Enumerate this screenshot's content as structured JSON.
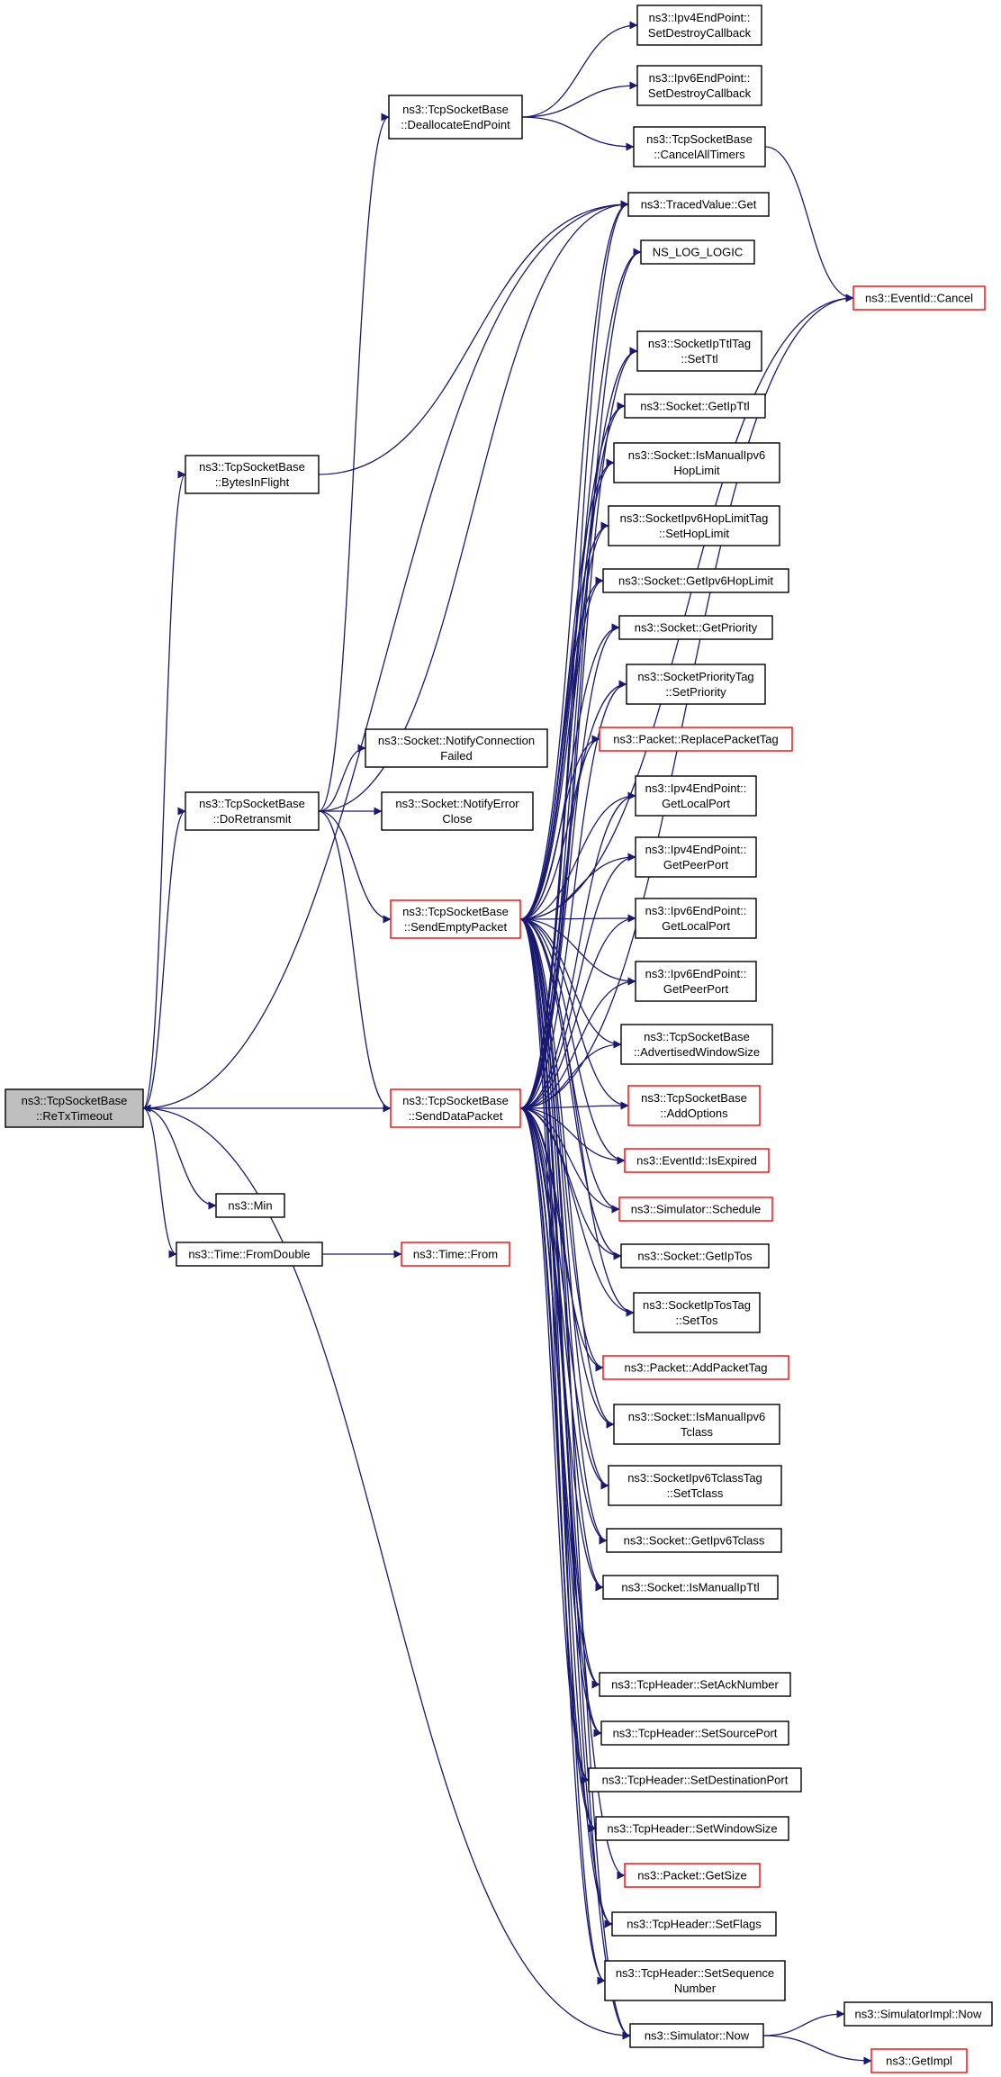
{
  "graph": {
    "edge_color": "#191970",
    "node_border": "#000000",
    "highlight_border": "#ff0000",
    "root_fill": "#bfbfbf",
    "nodes": [
      {
        "id": "retx",
        "lines": [
          "ns3::TcpSocketBase",
          "::ReTxTimeout"
        ],
        "style": "root"
      },
      {
        "id": "bytesinflight",
        "lines": [
          "ns3::TcpSocketBase",
          "::BytesInFlight"
        ],
        "style": "normal"
      },
      {
        "id": "doretransmit",
        "lines": [
          "ns3::TcpSocketBase",
          "::DoRetransmit"
        ],
        "style": "normal"
      },
      {
        "id": "min",
        "lines": [
          "ns3::Min"
        ],
        "style": "normal"
      },
      {
        "id": "fromdouble",
        "lines": [
          "ns3::Time::FromDouble"
        ],
        "style": "normal"
      },
      {
        "id": "timefrom",
        "lines": [
          "ns3::Time::From"
        ],
        "style": "red"
      },
      {
        "id": "deallocate",
        "lines": [
          "ns3::TcpSocketBase",
          "::DeallocateEndPoint"
        ],
        "style": "normal"
      },
      {
        "id": "notifyconnfailed",
        "lines": [
          "ns3::Socket::NotifyConnection",
          "Failed"
        ],
        "style": "normal"
      },
      {
        "id": "notifyerrorclose",
        "lines": [
          "ns3::Socket::NotifyError",
          "Close"
        ],
        "style": "normal"
      },
      {
        "id": "sendempty",
        "lines": [
          "ns3::TcpSocketBase",
          "::SendEmptyPacket"
        ],
        "style": "red"
      },
      {
        "id": "senddata",
        "lines": [
          "ns3::TcpSocketBase",
          "::SendDataPacket"
        ],
        "style": "red"
      },
      {
        "id": "ipv4destroy",
        "lines": [
          "ns3::Ipv4EndPoint::",
          "SetDestroyCallback"
        ],
        "style": "normal"
      },
      {
        "id": "ipv6destroy",
        "lines": [
          "ns3::Ipv6EndPoint::",
          "SetDestroyCallback"
        ],
        "style": "normal"
      },
      {
        "id": "cancelalltimers",
        "lines": [
          "ns3::TcpSocketBase",
          "::CancelAllTimers"
        ],
        "style": "normal"
      },
      {
        "id": "tracedget",
        "lines": [
          "ns3::TracedValue::Get"
        ],
        "style": "normal"
      },
      {
        "id": "nslog",
        "lines": [
          "NS_LOG_LOGIC"
        ],
        "style": "normal"
      },
      {
        "id": "eventcancel",
        "lines": [
          "ns3::EventId::Cancel"
        ],
        "style": "red"
      },
      {
        "id": "ipttlsetttl",
        "lines": [
          "ns3::SocketIpTtlTag",
          "::SetTtl"
        ],
        "style": "normal"
      },
      {
        "id": "getipttl",
        "lines": [
          "ns3::Socket::GetIpTtl"
        ],
        "style": "normal"
      },
      {
        "id": "ismanualipv6hop",
        "lines": [
          "ns3::Socket::IsManualIpv6",
          "HopLimit"
        ],
        "style": "normal"
      },
      {
        "id": "sethoplimit",
        "lines": [
          "ns3::SocketIpv6HopLimitTag",
          "::SetHopLimit"
        ],
        "style": "normal"
      },
      {
        "id": "getipv6hop",
        "lines": [
          "ns3::Socket::GetIpv6HopLimit"
        ],
        "style": "normal"
      },
      {
        "id": "getpriority",
        "lines": [
          "ns3::Socket::GetPriority"
        ],
        "style": "normal"
      },
      {
        "id": "setpriority",
        "lines": [
          "ns3::SocketPriorityTag",
          "::SetPriority"
        ],
        "style": "normal"
      },
      {
        "id": "replacetag",
        "lines": [
          "ns3::Packet::ReplacePacketTag"
        ],
        "style": "red"
      },
      {
        "id": "ipv4local",
        "lines": [
          "ns3::Ipv4EndPoint::",
          "GetLocalPort"
        ],
        "style": "normal"
      },
      {
        "id": "ipv4peer",
        "lines": [
          "ns3::Ipv4EndPoint::",
          "GetPeerPort"
        ],
        "style": "normal"
      },
      {
        "id": "ipv6local",
        "lines": [
          "ns3::Ipv6EndPoint::",
          "GetLocalPort"
        ],
        "style": "normal"
      },
      {
        "id": "ipv6peer",
        "lines": [
          "ns3::Ipv6EndPoint::",
          "GetPeerPort"
        ],
        "style": "normal"
      },
      {
        "id": "advwindow",
        "lines": [
          "ns3::TcpSocketBase",
          "::AdvertisedWindowSize"
        ],
        "style": "normal"
      },
      {
        "id": "addoptions",
        "lines": [
          "ns3::TcpSocketBase",
          "::AddOptions"
        ],
        "style": "red"
      },
      {
        "id": "isexpired",
        "lines": [
          "ns3::EventId::IsExpired"
        ],
        "style": "red"
      },
      {
        "id": "schedule",
        "lines": [
          "ns3::Simulator::Schedule"
        ],
        "style": "red"
      },
      {
        "id": "getiptos",
        "lines": [
          "ns3::Socket::GetIpTos"
        ],
        "style": "normal"
      },
      {
        "id": "settos",
        "lines": [
          "ns3::SocketIpTosTag",
          "::SetTos"
        ],
        "style": "normal"
      },
      {
        "id": "addtag",
        "lines": [
          "ns3::Packet::AddPacketTag"
        ],
        "style": "red"
      },
      {
        "id": "ismanualtclass",
        "lines": [
          "ns3::Socket::IsManualIpv6",
          "Tclass"
        ],
        "style": "normal"
      },
      {
        "id": "settclass",
        "lines": [
          "ns3::SocketIpv6TclassTag",
          "::SetTclass"
        ],
        "style": "normal"
      },
      {
        "id": "gettclass",
        "lines": [
          "ns3::Socket::GetIpv6Tclass"
        ],
        "style": "normal"
      },
      {
        "id": "ismanualipttl",
        "lines": [
          "ns3::Socket::IsManualIpTtl"
        ],
        "style": "normal"
      },
      {
        "id": "setack",
        "lines": [
          "ns3::TcpHeader::SetAckNumber"
        ],
        "style": "normal"
      },
      {
        "id": "setsrcport",
        "lines": [
          "ns3::TcpHeader::SetSourcePort"
        ],
        "style": "normal"
      },
      {
        "id": "setdstport",
        "lines": [
          "ns3::TcpHeader::SetDestinationPort"
        ],
        "style": "normal"
      },
      {
        "id": "setwindow",
        "lines": [
          "ns3::TcpHeader::SetWindowSize"
        ],
        "style": "normal"
      },
      {
        "id": "getsize",
        "lines": [
          "ns3::Packet::GetSize"
        ],
        "style": "red"
      },
      {
        "id": "setflags",
        "lines": [
          "ns3::TcpHeader::SetFlags"
        ],
        "style": "normal"
      },
      {
        "id": "setseq",
        "lines": [
          "ns3::TcpHeader::SetSequence",
          "Number"
        ],
        "style": "normal"
      },
      {
        "id": "simnow",
        "lines": [
          "ns3::Simulator::Now"
        ],
        "style": "normal"
      },
      {
        "id": "implnow",
        "lines": [
          "ns3::SimulatorImpl::Now"
        ],
        "style": "normal"
      },
      {
        "id": "getimpl",
        "lines": [
          "ns3::GetImpl"
        ],
        "style": "red"
      }
    ],
    "edges": [
      [
        "retx",
        "bytesinflight"
      ],
      [
        "retx",
        "doretransmit"
      ],
      [
        "retx",
        "min"
      ],
      [
        "retx",
        "fromdouble"
      ],
      [
        "retx",
        "tracedget"
      ],
      [
        "retx",
        "simnow"
      ],
      [
        "senddata",
        "retx"
      ],
      [
        "fromdouble",
        "timefrom"
      ],
      [
        "bytesinflight",
        "tracedget"
      ],
      [
        "doretransmit",
        "deallocate"
      ],
      [
        "doretransmit",
        "notifyconnfailed"
      ],
      [
        "doretransmit",
        "notifyerrorclose"
      ],
      [
        "doretransmit",
        "sendempty"
      ],
      [
        "doretransmit",
        "senddata"
      ],
      [
        "doretransmit",
        "tracedget"
      ],
      [
        "deallocate",
        "ipv4destroy"
      ],
      [
        "deallocate",
        "ipv6destroy"
      ],
      [
        "deallocate",
        "cancelalltimers"
      ],
      [
        "cancelalltimers",
        "eventcancel"
      ],
      [
        "sendempty",
        "tracedget"
      ],
      [
        "sendempty",
        "nslog"
      ],
      [
        "sendempty",
        "ipttlsetttl"
      ],
      [
        "sendempty",
        "getipttl"
      ],
      [
        "sendempty",
        "ismanualipv6hop"
      ],
      [
        "sendempty",
        "sethoplimit"
      ],
      [
        "sendempty",
        "getipv6hop"
      ],
      [
        "sendempty",
        "getpriority"
      ],
      [
        "sendempty",
        "setpriority"
      ],
      [
        "sendempty",
        "replacetag"
      ],
      [
        "sendempty",
        "ipv4local"
      ],
      [
        "sendempty",
        "ipv4peer"
      ],
      [
        "sendempty",
        "ipv6local"
      ],
      [
        "sendempty",
        "ipv6peer"
      ],
      [
        "sendempty",
        "advwindow"
      ],
      [
        "sendempty",
        "addoptions"
      ],
      [
        "sendempty",
        "isexpired"
      ],
      [
        "sendempty",
        "schedule"
      ],
      [
        "sendempty",
        "getiptos"
      ],
      [
        "sendempty",
        "settos"
      ],
      [
        "sendempty",
        "addtag"
      ],
      [
        "sendempty",
        "ismanualtclass"
      ],
      [
        "sendempty",
        "settclass"
      ],
      [
        "sendempty",
        "gettclass"
      ],
      [
        "sendempty",
        "ismanualipttl"
      ],
      [
        "sendempty",
        "setack"
      ],
      [
        "sendempty",
        "setsrcport"
      ],
      [
        "sendempty",
        "setdstport"
      ],
      [
        "sendempty",
        "setwindow"
      ],
      [
        "sendempty",
        "setflags"
      ],
      [
        "sendempty",
        "setseq"
      ],
      [
        "sendempty",
        "simnow"
      ],
      [
        "sendempty",
        "eventcancel"
      ],
      [
        "senddata",
        "tracedget"
      ],
      [
        "senddata",
        "nslog"
      ],
      [
        "senddata",
        "ipttlsetttl"
      ],
      [
        "senddata",
        "getipttl"
      ],
      [
        "senddata",
        "ismanualipv6hop"
      ],
      [
        "senddata",
        "sethoplimit"
      ],
      [
        "senddata",
        "getipv6hop"
      ],
      [
        "senddata",
        "getpriority"
      ],
      [
        "senddata",
        "setpriority"
      ],
      [
        "senddata",
        "replacetag"
      ],
      [
        "senddata",
        "ipv4local"
      ],
      [
        "senddata",
        "ipv4peer"
      ],
      [
        "senddata",
        "ipv6local"
      ],
      [
        "senddata",
        "ipv6peer"
      ],
      [
        "senddata",
        "advwindow"
      ],
      [
        "senddata",
        "addoptions"
      ],
      [
        "senddata",
        "isexpired"
      ],
      [
        "senddata",
        "schedule"
      ],
      [
        "senddata",
        "getiptos"
      ],
      [
        "senddata",
        "settos"
      ],
      [
        "senddata",
        "addtag"
      ],
      [
        "senddata",
        "ismanualtclass"
      ],
      [
        "senddata",
        "settclass"
      ],
      [
        "senddata",
        "gettclass"
      ],
      [
        "senddata",
        "ismanualipttl"
      ],
      [
        "senddata",
        "setack"
      ],
      [
        "senddata",
        "setsrcport"
      ],
      [
        "senddata",
        "setdstport"
      ],
      [
        "senddata",
        "setwindow"
      ],
      [
        "senddata",
        "getsize"
      ],
      [
        "senddata",
        "setflags"
      ],
      [
        "senddata",
        "setseq"
      ],
      [
        "senddata",
        "simnow"
      ],
      [
        "senddata",
        "eventcancel"
      ],
      [
        "simnow",
        "implnow"
      ],
      [
        "simnow",
        "getimpl"
      ]
    ]
  }
}
